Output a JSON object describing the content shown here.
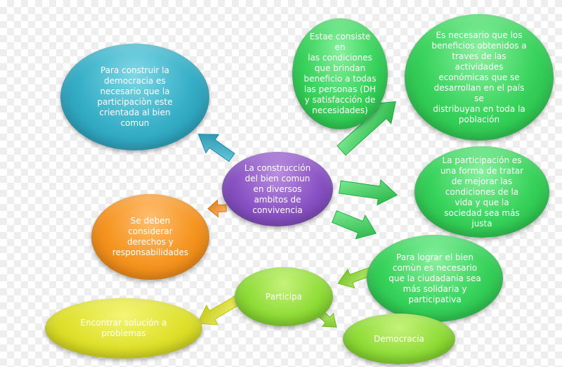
{
  "diagram": {
    "nodes": {
      "left_blue": [
        "Para construir la",
        "democracia es",
        "necesario que la",
        "participaciòn  este",
        "crientada al bien",
        "comun"
      ],
      "top_mid": [
        "Estae consiste en",
        "las condiciones",
        "que brindan",
        "beneficio a todas",
        "las personas (DH",
        "y satisfacción de",
        "necesidades)"
      ],
      "top_right": [
        "Es necesario que los",
        "beneficios obtenidos a",
        "traves de las actividades",
        "económicas que se",
        "desarrollan en el país se",
        "distribuyan en toda la",
        "población"
      ],
      "center": [
        "La construcción",
        "del bien comun",
        "en diversos",
        "ambitos de",
        "convivencia"
      ],
      "left_orange": [
        "Se deben",
        "considerar",
        "derechos y",
        "responsabilidades"
      ],
      "right_mid": [
        "La participación es",
        "una forma de tratar",
        "de mejorar las",
        "condiciones de la",
        "vida y que la",
        "sociedad sea más",
        "justa"
      ],
      "right_lower": [
        "Para lograr el bien",
        "comùn es necesario",
        "que la ciudadania sea",
        "más solidaria y",
        "participativa"
      ],
      "participa": [
        "Participa"
      ],
      "problemas": [
        "Encontrar solución a",
        "problemas"
      ],
      "democracia": [
        "Democracia"
      ]
    },
    "colors": {
      "blue": "#35aec6",
      "green": "#36d25a",
      "purple": "#8a52c4",
      "orange": "#f5941f",
      "yellow_green": "#8fdc37",
      "yellow": "#dfe02b"
    }
  }
}
